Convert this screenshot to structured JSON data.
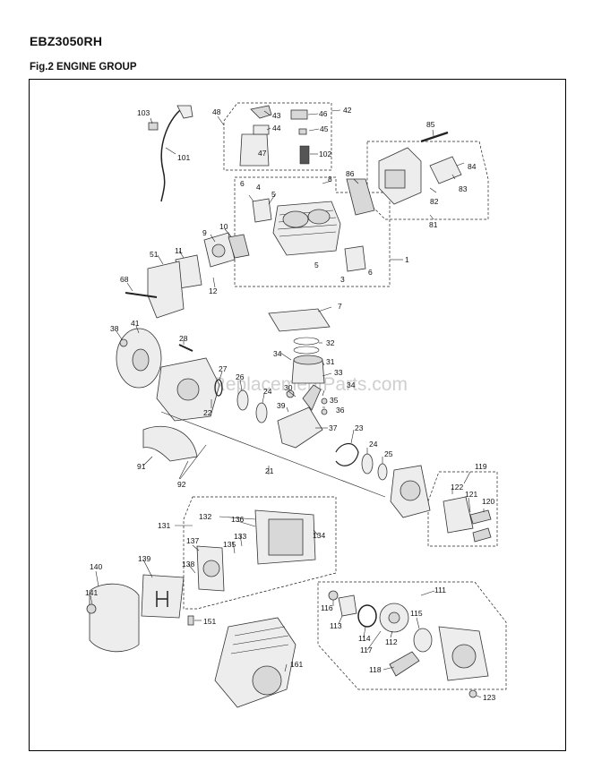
{
  "header": {
    "model": "EBZ3050RH",
    "figure_title": "Fig.2 ENGINE GROUP"
  },
  "watermark": "eReplacementParts.com",
  "part_numbers": {
    "p1": "1",
    "p3": "3",
    "p4": "4",
    "p5a": "5",
    "p5b": "5",
    "p6a": "6",
    "p6b": "6",
    "p7": "7",
    "p8": "8",
    "p9": "9",
    "p10": "10",
    "p11": "11",
    "p12": "12",
    "p21": "21",
    "p22": "22",
    "p23": "23",
    "p24a": "24",
    "p24b": "24",
    "p25": "25",
    "p26": "26",
    "p27": "27",
    "p28": "28",
    "p30": "30",
    "p31": "31",
    "p32": "32",
    "p33": "33",
    "p34a": "34",
    "p34b": "34",
    "p35": "35",
    "p36": "36",
    "p37": "37",
    "p38": "38",
    "p39": "39",
    "p41": "41",
    "p42": "42",
    "p43": "43",
    "p44": "44",
    "p45": "45",
    "p46": "46",
    "p47": "47",
    "p48": "48",
    "p51": "51",
    "p68": "68",
    "p81": "81",
    "p82": "82",
    "p83": "83",
    "p84": "84",
    "p85": "85",
    "p86": "86",
    "p91": "91",
    "p92": "92",
    "p101": "101",
    "p102": "102",
    "p103": "103",
    "p111": "111",
    "p112": "112",
    "p113": "113",
    "p114": "114",
    "p115": "115",
    "p116": "116",
    "p117": "117",
    "p118": "118",
    "p119": "119",
    "p120": "120",
    "p121": "121",
    "p122": "122",
    "p123": "123",
    "p131": "131",
    "p132": "132",
    "p133": "133",
    "p134": "134",
    "p135": "135",
    "p136": "136",
    "p137": "137",
    "p138": "138",
    "p139": "139",
    "p140": "140",
    "p141": "141",
    "p151": "151",
    "p161": "161"
  }
}
